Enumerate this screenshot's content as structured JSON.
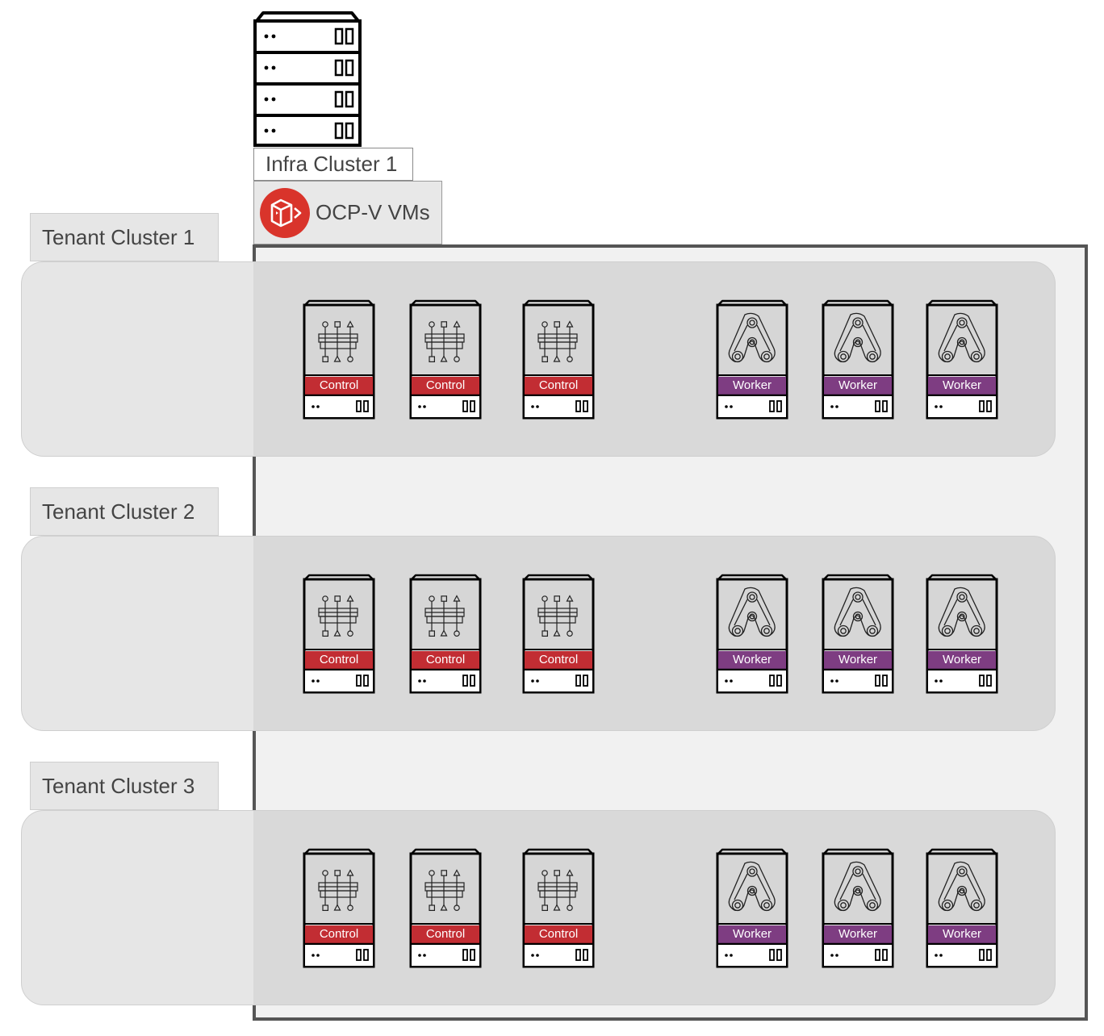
{
  "infra_cluster": {
    "label": "Infra Cluster 1"
  },
  "ocpv": {
    "label": "OCP-V VMs",
    "icon": "openshift-virtualization-icon",
    "icon_color": "#d9342b"
  },
  "colors": {
    "control": "#c22d33",
    "worker": "#7e3d82",
    "container_border": "#555555"
  },
  "tenants": [
    {
      "label": "Tenant Cluster 1",
      "nodes": [
        "Control",
        "Control",
        "Control",
        "Worker",
        "Worker",
        "Worker"
      ]
    },
    {
      "label": "Tenant Cluster 2",
      "nodes": [
        "Control",
        "Control",
        "Control",
        "Worker",
        "Worker",
        "Worker"
      ]
    },
    {
      "label": "Tenant Cluster 3",
      "nodes": [
        "Control",
        "Control",
        "Control",
        "Worker",
        "Worker",
        "Worker"
      ]
    }
  ]
}
